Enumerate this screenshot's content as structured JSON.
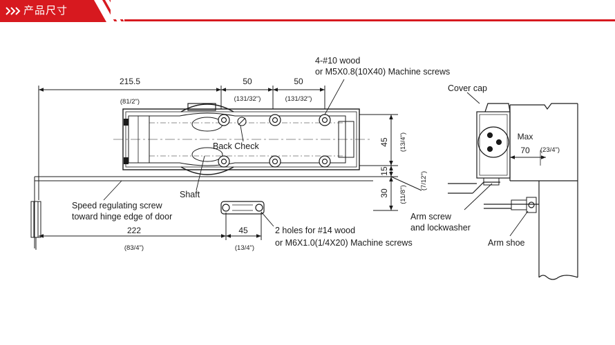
{
  "header": {
    "title": "产品尺寸",
    "accent_color": "#d7191f"
  },
  "dimensions": {
    "top_overall": "215.5",
    "top_overall_in": "(81/2\")",
    "spacing_1": "50",
    "spacing_1_in": "(131/32\")",
    "spacing_2": "50",
    "spacing_2_in": "(131/32\")",
    "body_height": "45",
    "body_height_in": "(13/4\")",
    "offset_15": "15",
    "offset_15_in": "(7/12\")",
    "offset_30": "30",
    "offset_30_in": "(11/8\")",
    "bottom_overall": "222",
    "bottom_overall_in": "(83/4\")",
    "shoe_spacing": "45",
    "shoe_spacing_in": "(13/4\")",
    "max_label": "Max",
    "max_value": "70",
    "max_value_in": "(23/4\")"
  },
  "labels": {
    "screws_top_line1": "4-#10 wood",
    "screws_top_line2": "or M5X0.8(10X40) Machine screws",
    "back_check": "Back Check",
    "shaft": "Shaft",
    "speed_line1": "Speed regulating screw",
    "speed_line2": "toward hinge edge of door",
    "holes_line1": "2 holes for #14 wood",
    "holes_line2": "or M6X1.0(1/4X20) Machine screws",
    "cover_cap": "Cover cap",
    "arm_screw_line1": "Arm screw",
    "arm_screw_line2": "and lockwasher",
    "arm_shoe": "Arm shoe"
  }
}
